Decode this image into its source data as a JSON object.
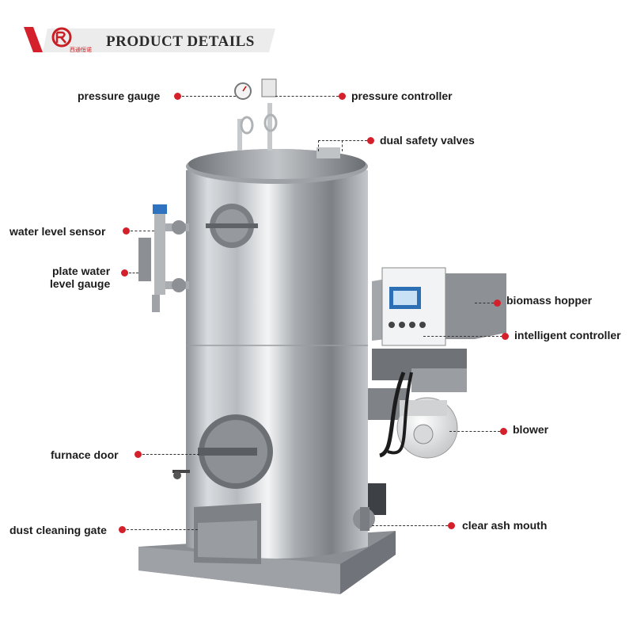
{
  "header": {
    "title": "PRODUCT DETAILS",
    "logo_text": "西通恒诺"
  },
  "labels": {
    "pressure_gauge": "pressure gauge",
    "pressure_controller": "pressure controller",
    "dual_safety_valves": "dual safety valves",
    "water_level_sensor": "water level sensor",
    "plate_water_level_gauge_line1": "plate water",
    "plate_water_level_gauge_line2": "level gauge",
    "biomass_hopper": "biomass hopper",
    "intelligent_controller": "intelligent controller",
    "blower": "blower",
    "furnace_door": "furnace door",
    "dust_cleaning_gate": "dust cleaning gate",
    "clear_ash_mouth": "clear ash mouth"
  },
  "colors": {
    "accent_red": "#d4202a",
    "banner_grey": "#ececec"
  }
}
